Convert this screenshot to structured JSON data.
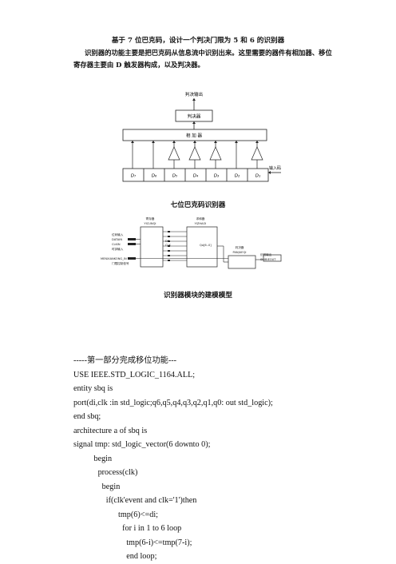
{
  "doc": {
    "title": "基于 7 位巴克码，设计一个判决门限为 5 和 6 的识别器",
    "paragraph": "识别器的功能主要是把巴克码从信息流中识别出来。这里需要的器件有相加器、移位寄存器主要由 D 触发器构成，以及判决器。"
  },
  "figure1": {
    "output_label": "判决输出",
    "decider_label": "判决器",
    "adder_label": "相 加 器",
    "input_label": "输入码",
    "cells": [
      "D₇",
      "D₆",
      "D₅",
      "D₄",
      "D₃",
      "D₂",
      "D₁"
    ],
    "caption": "七位巴克码识别器"
  },
  "figure2": {
    "shift_reg_title": "寄存器",
    "shift_reg_name": "YICUNQI",
    "adder_title": "求和器",
    "adder_name": "YIZHAOI",
    "decider_title": "判决器",
    "decider_name": "PANJUEQI",
    "left_labels": [
      "位码输入",
      "DATAIN",
      "CLKIN",
      "时钟输入",
      "门限控制信号",
      "MENXIANKONG_IN"
    ],
    "pins": [
      "D7",
      "CLK",
      "Qo[6..0]"
    ],
    "out_labels": [
      "识别输出",
      "SHIBIEOUT"
    ],
    "caption": "识别器模块的建模模型"
  },
  "code": {
    "lines": [
      "-----第一部分完成移位功能---",
      "USE IEEE.STD_LOGIC_1164.ALL;",
      "entity sbq is",
      "port(di,clk :in std_logic;q6,q5,q4,q3,q2,q1,q0: out std_logic);",
      "end sbq;",
      "architecture a of sbq is",
      "signal tmp: std_logic_vector(6 downto 0);",
      "          begin",
      "            process(clk)",
      "              begin",
      "                if(clk'event and clk='1')then",
      "                      tmp(6)<=di;",
      "                        for i in 1 to 6 loop",
      "                          tmp(6-i)<=tmp(7-i);",
      "                          end loop;"
    ]
  }
}
